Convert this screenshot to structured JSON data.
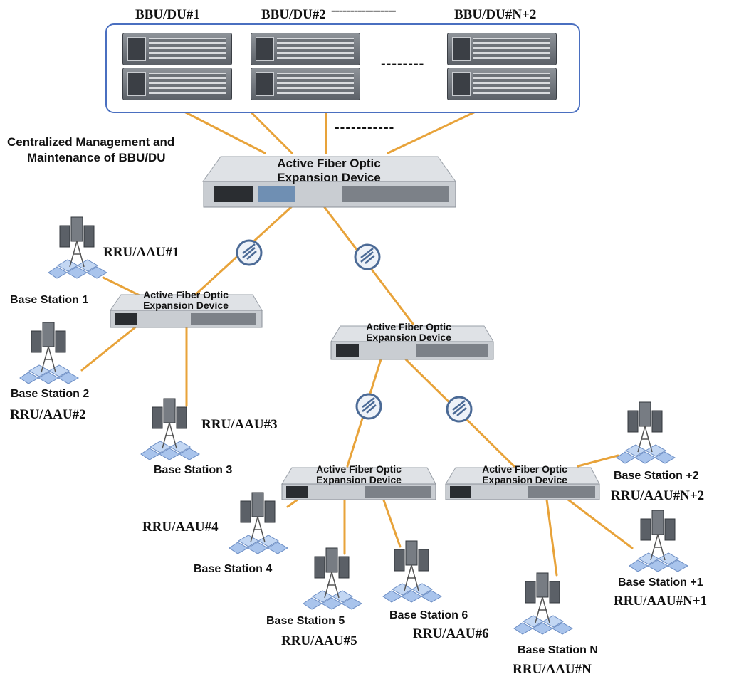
{
  "colors": {
    "fiber_line": "#e8a33a",
    "frame_border": "#4a6fc0"
  },
  "bbu": {
    "label_1": "BBU/DU#1",
    "label_2": "BBU/DU#2",
    "label_n2": "BBU/DU#N+2",
    "header_dashes": "-----------------",
    "row_dots": "--------",
    "link_dots": "-----------"
  },
  "central_note": {
    "line1": "Centralized Management and",
    "line2": "Maintenance of BBU/DU"
  },
  "device": {
    "line1": "Active Fiber Optic",
    "line2": "Expansion Device"
  },
  "sites": [
    {
      "station": "Base Station 1",
      "rru": "RRU/AAU#1"
    },
    {
      "station": "Base Station 2",
      "rru": "RRU/AAU#2"
    },
    {
      "station": "Base Station 3",
      "rru": "RRU/AAU#3"
    },
    {
      "station": "Base Station 4",
      "rru": "RRU/AAU#4"
    },
    {
      "station": "Base Station 5",
      "rru": "RRU/AAU#5"
    },
    {
      "station": "Base Station 6",
      "rru": "RRU/AAU#6"
    },
    {
      "station": "Base Station N",
      "rru": "RRU/AAU#N"
    },
    {
      "station": "Base Station +1",
      "rru": "RRU/AAU#N+1"
    },
    {
      "station": "Base Station +2",
      "rru": "RRU/AAU#N+2"
    }
  ],
  "icons": {
    "splitter": "optical-splitter-icon",
    "tower": "base-station-tower-icon",
    "server": "bbu-server-icon"
  }
}
